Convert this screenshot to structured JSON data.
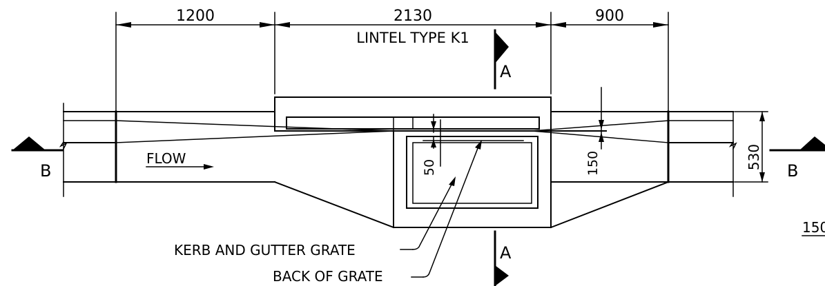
{
  "dimensions": {
    "left_span": "1200",
    "middle_span": "2130",
    "right_span": "900",
    "grate_offset": "50",
    "kerb_drop": "150",
    "overall_depth": "530"
  },
  "labels": {
    "lintel_type": "LINTEL TYPE K1",
    "flow": "FLOW",
    "kerb_and_gutter_grate": "KERB AND GUTTER GRATE",
    "back_of_grate": "BACK OF GRATE",
    "cut_partial": "150"
  },
  "sections": {
    "a_top": "A",
    "a_bottom": "A",
    "b_left": "B",
    "b_right": "B"
  }
}
